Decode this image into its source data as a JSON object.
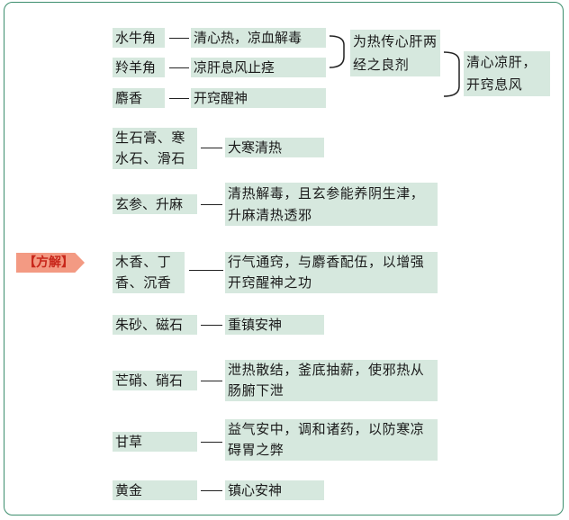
{
  "badge": "【方解】",
  "group1": {
    "herbs": [
      {
        "name": "水牛角",
        "effect": "清心热，凉血解毒"
      },
      {
        "name": "羚羊角",
        "effect": "凉肝息风止痉"
      },
      {
        "name": "麝香",
        "effect": "开窍醒神"
      }
    ],
    "combined": "为热传心肝两经之良剂",
    "summary": "清心凉肝，开窍息风"
  },
  "rows": [
    {
      "herb": "生石膏、寒水石、滑石",
      "effect": "大寒清热"
    },
    {
      "herb": "玄参、升麻",
      "effect": "清热解毒，且玄参能养阴生津，升麻清热透邪"
    },
    {
      "herb": "木香、丁香、沉香",
      "effect": "行气通窍，与麝香配伍，以增强开窍醒神之功"
    },
    {
      "herb": "朱砂、磁石",
      "effect": "重镇安神"
    },
    {
      "herb": "芒硝、硝石",
      "effect": "泄热散结，釜底抽薪，使邪热从肠腑下泄"
    },
    {
      "herb": "甘草",
      "effect": "益气安中，调和诸药，以防寒凉碍胃之弊"
    },
    {
      "herb": "黄金",
      "effect": "镇心安神"
    }
  ]
}
